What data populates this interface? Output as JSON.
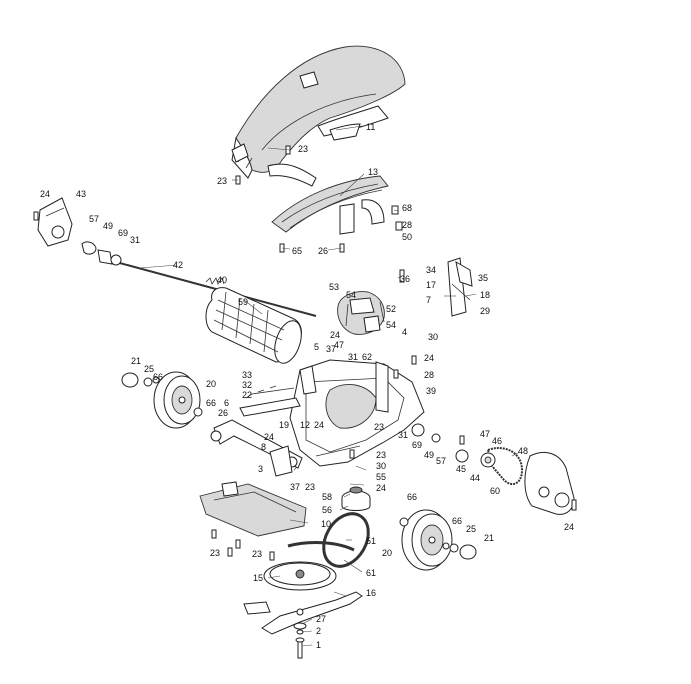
{
  "labels": {
    "p1": "1",
    "p2": "2",
    "p3": "3",
    "p4": "4",
    "p5": "5",
    "p6": "6",
    "p7": "7",
    "p8": "8",
    "p10": "10",
    "p11": "11",
    "p12": "12",
    "p13": "13",
    "p15": "15",
    "p16": "16",
    "p17": "17",
    "p18": "18",
    "p19": "19",
    "p20a": "20",
    "p20b": "20",
    "p21a": "21",
    "p21b": "21",
    "p22": "22",
    "p23a": "23",
    "p23b": "23",
    "p23c": "23",
    "p23d": "23",
    "p23e": "23",
    "p23f": "23",
    "p23g": "23",
    "p24a": "24",
    "p24b": "24",
    "p24c": "24",
    "p24d": "24",
    "p24e": "24",
    "p24f": "24",
    "p24g": "24",
    "p25a": "25",
    "p25b": "25",
    "p26a": "26",
    "p26b": "26",
    "p27": "27",
    "p28a": "28",
    "p28b": "28",
    "p29": "29",
    "p30a": "30",
    "p30b": "30",
    "p31a": "31",
    "p31b": "31",
    "p31c": "31",
    "p32": "32",
    "p33": "33",
    "p34": "34",
    "p35": "35",
    "p36": "36",
    "p37a": "37",
    "p37b": "37",
    "p39": "39",
    "p40": "40",
    "p42": "42",
    "p43": "43",
    "p44": "44",
    "p45": "45",
    "p46": "46",
    "p47a": "47",
    "p47b": "47",
    "p48": "48",
    "p49a": "49",
    "p49b": "49",
    "p50": "50",
    "p51": "51",
    "p52": "52",
    "p53": "53",
    "p54a": "54",
    "p54b": "54",
    "p55": "55",
    "p56": "56",
    "p57a": "57",
    "p57b": "57",
    "p58": "58",
    "p59": "59",
    "p60": "60",
    "p61": "61",
    "p62": "62",
    "p65": "65",
    "p66a": "66",
    "p66b": "66",
    "p66c": "66",
    "p68": "68",
    "p69a": "69",
    "p69b": "69"
  }
}
